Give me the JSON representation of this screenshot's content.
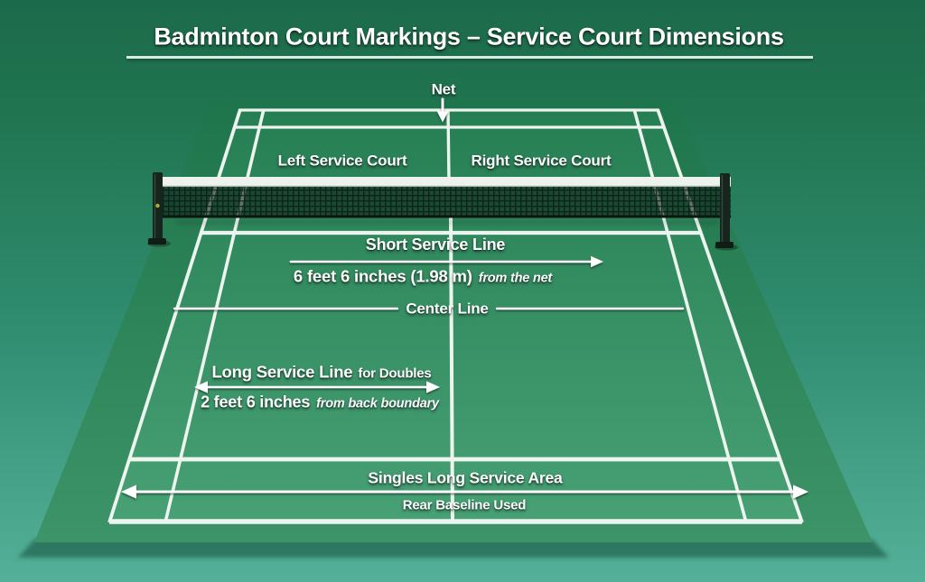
{
  "title": {
    "text": "Badminton Court Markings – Service Court Dimensions"
  },
  "labels": {
    "net": "Net",
    "left_service_court": "Left Service Court",
    "right_service_court": "Right Service Court",
    "short_service_line": "Short Service Line",
    "short_service_measure": "6 feet 6 inches (1.98 m)",
    "short_service_measure_suffix": "from the net",
    "center_line": "Center Line",
    "long_service_line": "Long Service Line",
    "long_service_line_suffix": "for Doubles",
    "long_service_measure": "2 feet 6 inches",
    "long_service_measure_suffix": "from back boundary",
    "singles_long_service_area": "Singles Long Service Area",
    "rear_baseline": "Rear Baseline Used"
  },
  "colors": {
    "floor_top": "#1c6a4b",
    "floor_bottom": "#54b098",
    "mat_top": "#1f754b",
    "mat_bottom": "#3d9468",
    "inner_court_top": "#267e53",
    "inner_court_bottom": "#47a175",
    "court_line": "#f3f8f4",
    "annotation": "#ffffff",
    "net_tape": "#eef2ec",
    "net_mesh": "#10241a",
    "net_post": "#16251d"
  }
}
